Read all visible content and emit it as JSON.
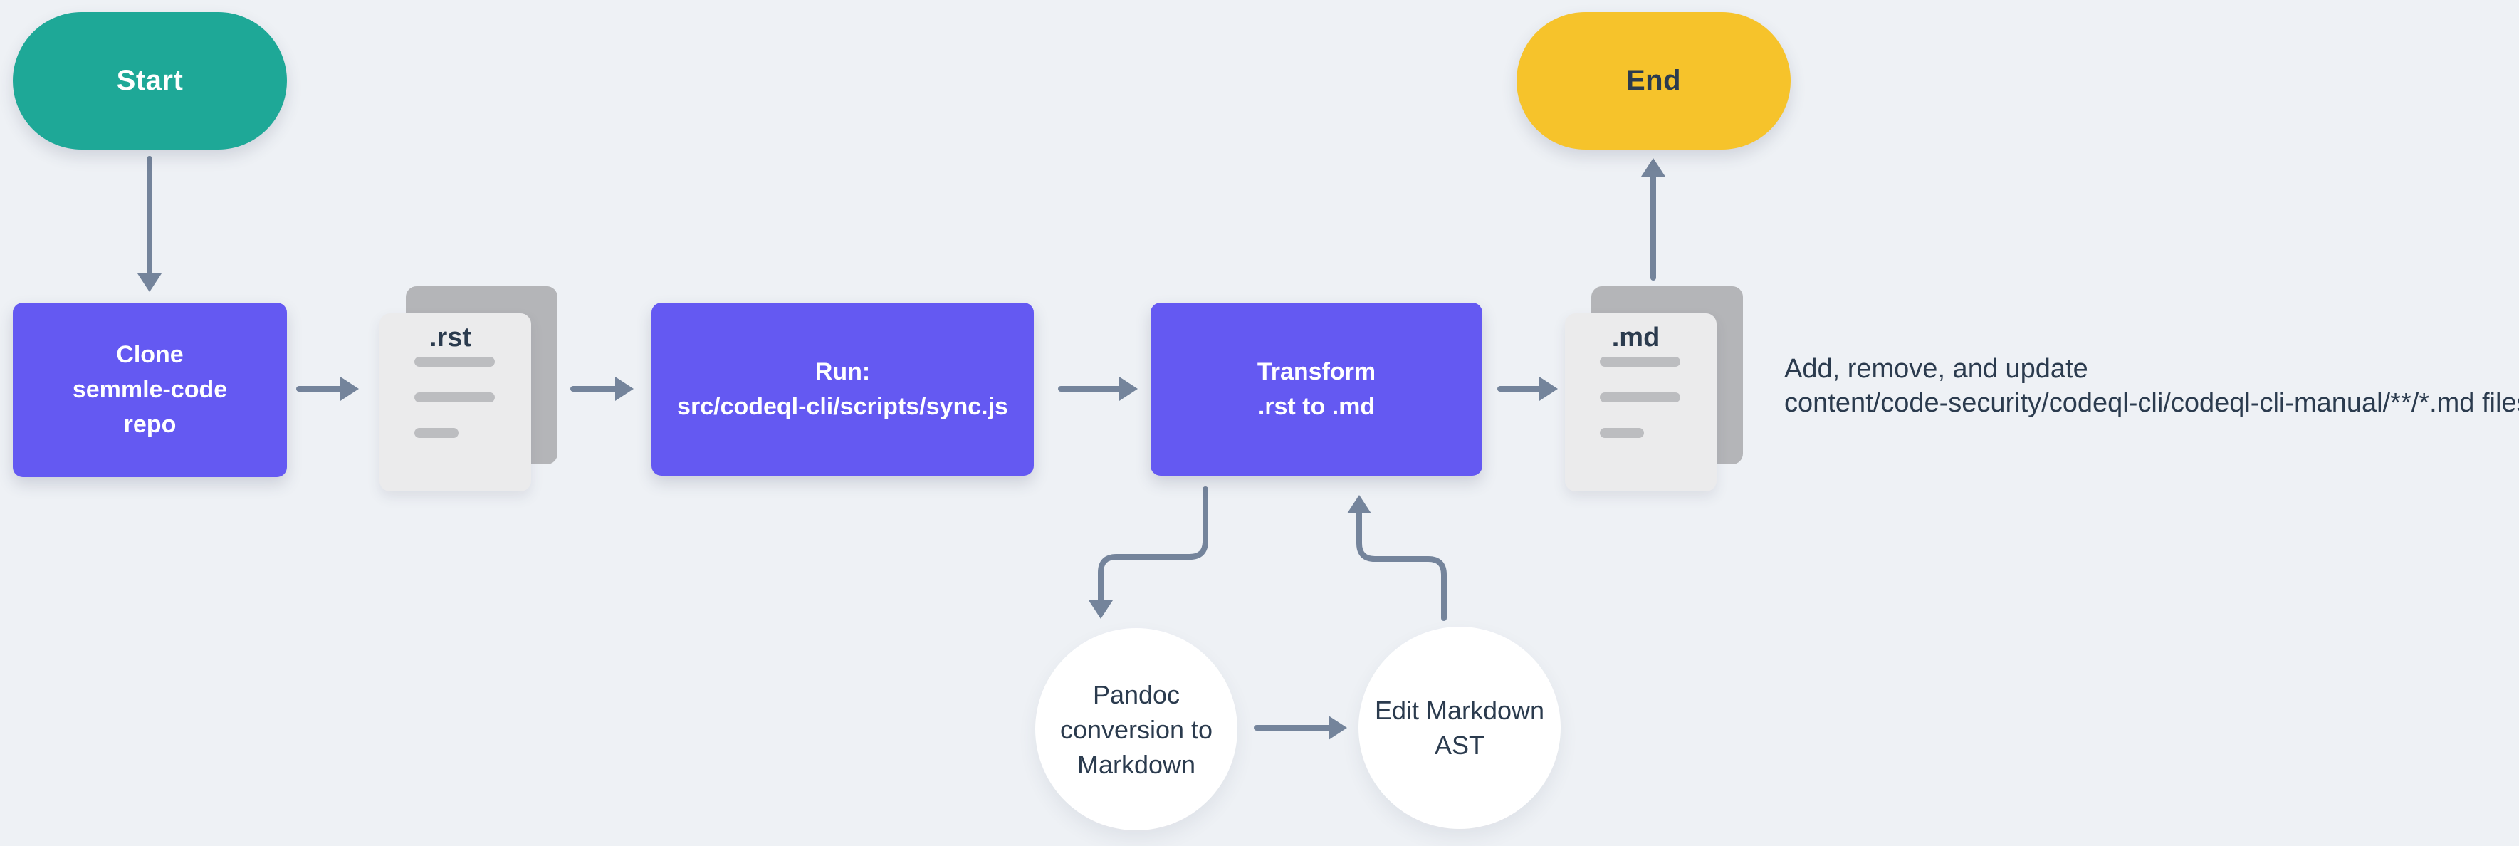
{
  "colors": {
    "background": "#EEF1F5",
    "purple": "#6459F2",
    "teal": "#1EA897",
    "yellow": "#F6C32B",
    "arrow": "#74849B",
    "ink": "#2B3B4E",
    "doc_back": "#B4B5B8",
    "doc_front": "#EBEBEC",
    "doc_line": "#BCBDC0",
    "circle_fill": "#FFFFFF"
  },
  "nodes": {
    "start": {
      "label": "Start"
    },
    "clone": {
      "lines": [
        "Clone",
        "semmle-code",
        "repo"
      ]
    },
    "rst_doc": {
      "label": ".rst"
    },
    "run": {
      "lines": [
        "Run:",
        "src/codeql-cli/scripts/sync.js"
      ]
    },
    "transform": {
      "lines": [
        "Transform",
        ".rst to .md"
      ]
    },
    "md_doc": {
      "label": ".md"
    },
    "end": {
      "label": "End"
    },
    "pandoc": {
      "lines": [
        "Pandoc",
        "conversion to",
        "Markdown"
      ]
    },
    "edit_ast": {
      "lines": [
        "Edit Markdown",
        "AST"
      ]
    }
  },
  "annotation": {
    "lines": [
      "Add, remove, and update",
      "content/code-security/codeql-cli/codeql-cli-manual/**/*.md files"
    ]
  }
}
